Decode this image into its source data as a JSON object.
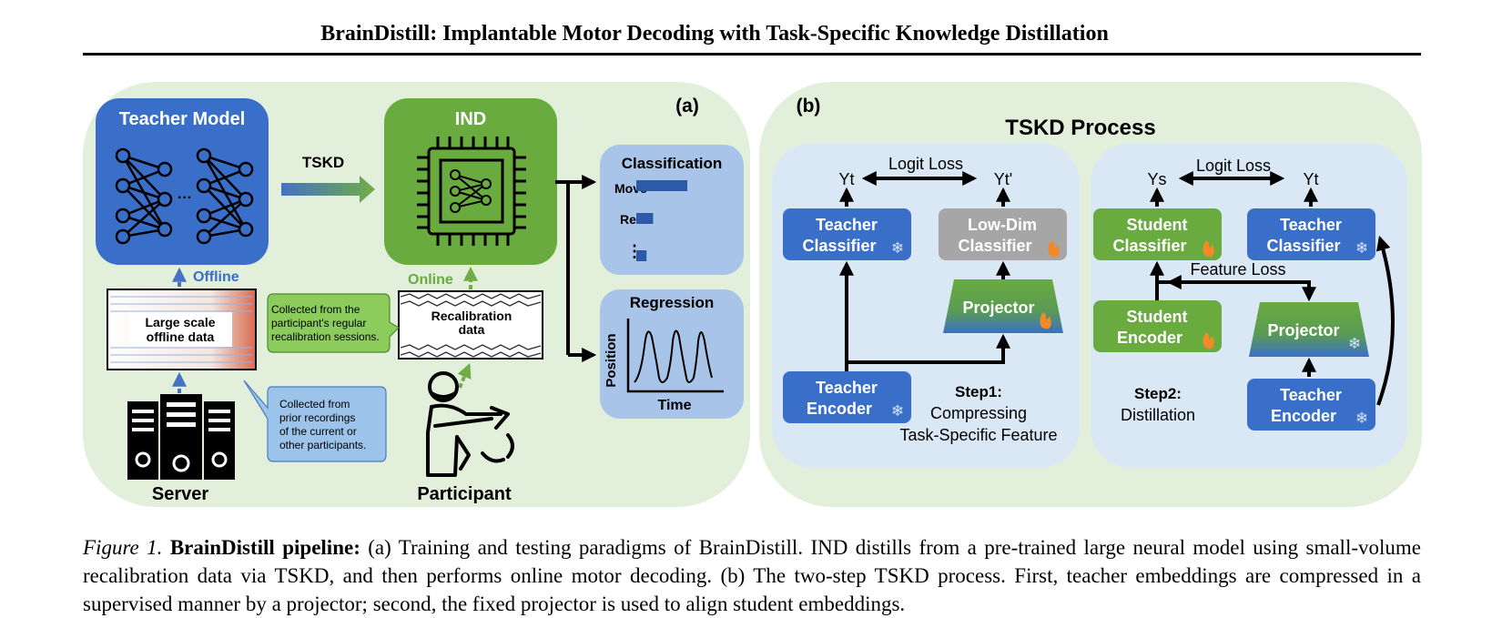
{
  "header": {
    "title": "BrainDistill: Implantable Motor Decoding with Task-Specific Knowledge Distillation"
  },
  "figure": {
    "panel_a": {
      "label": "(a)",
      "teacher_model": "Teacher Model",
      "ellipsis": "···",
      "tskd_arrow": "TSKD",
      "ind": "IND",
      "offline": "Offline",
      "online": "Online",
      "large_data_l1": "Large scale",
      "large_data_l2": "offline data",
      "recal_l1": "Recalibration",
      "recal_l2": "data",
      "note_recal_l1": "Collected from the",
      "note_recal_l2": "participant's regular",
      "note_recal_l3": "recalibration sessions.",
      "note_prior_l1": "Collected from",
      "note_prior_l2": "prior recordings",
      "note_prior_l3": "of the current or",
      "note_prior_l4": "other participants.",
      "server": "Server",
      "participant": "Participant",
      "classification": {
        "title": "Classification",
        "rows": [
          "Move",
          "Rest",
          "⋮"
        ],
        "bar_levels": [
          1.0,
          0.33,
          0.2
        ]
      },
      "regression": {
        "title": "Regression",
        "ylabel": "Position",
        "xlabel": "Time"
      }
    },
    "panel_b": {
      "label": "(b)",
      "title": "TSKD Process",
      "logit_loss": "Logit Loss",
      "feature_loss": "Feature Loss",
      "yt": "Yt",
      "yt_prime": "Yt'",
      "ys": "Ys",
      "teacher_classifier_l1": "Teacher",
      "teacher_classifier_l2": "Classifier",
      "lowdim_l1": "Low-Dim",
      "lowdim_l2": "Classifier",
      "projector": "Projector",
      "teacher_encoder_l1": "Teacher",
      "teacher_encoder_l2": "Encoder",
      "student_classifier_l1": "Student",
      "student_classifier_l2": "Classifier",
      "student_encoder_l1": "Student",
      "student_encoder_l2": "Encoder",
      "step1_title": "Step1:",
      "step1_l1": "Compressing",
      "step1_l2": "Task-Specific Feature",
      "step2_title": "Step2:",
      "step2_l1": "Distillation"
    }
  },
  "caption": {
    "fig_label": "Figure 1.",
    "lead": "BrainDistill pipeline:",
    "text": "(a) Training and testing paradigms of BrainDistill. IND distills from a pre-trained large neural model using small-volume recalibration data via TSKD, and then performs online motor decoding. (b) The two-step TSKD process. First, teacher embeddings are compressed in a supervised manner by a projector; second, the fixed projector is used to align student embeddings."
  },
  "colors": {
    "panel_green": "#e2efda",
    "inner_blue": "#dae8f6",
    "box_blue": "#3a6fc9",
    "box_green": "#6aab3f",
    "box_gray": "#a6a6a6",
    "cls_panel": "#a8c4e8",
    "bar_blue": "#2d5aa8",
    "note_green": "#8ccc5c",
    "note_blue": "#9cc3ea"
  },
  "icons": [
    "neural-net-icon",
    "chip-icon",
    "snowflake-icon",
    "flame-icon",
    "server-icon",
    "participant-icon",
    "arrow-icon"
  ]
}
